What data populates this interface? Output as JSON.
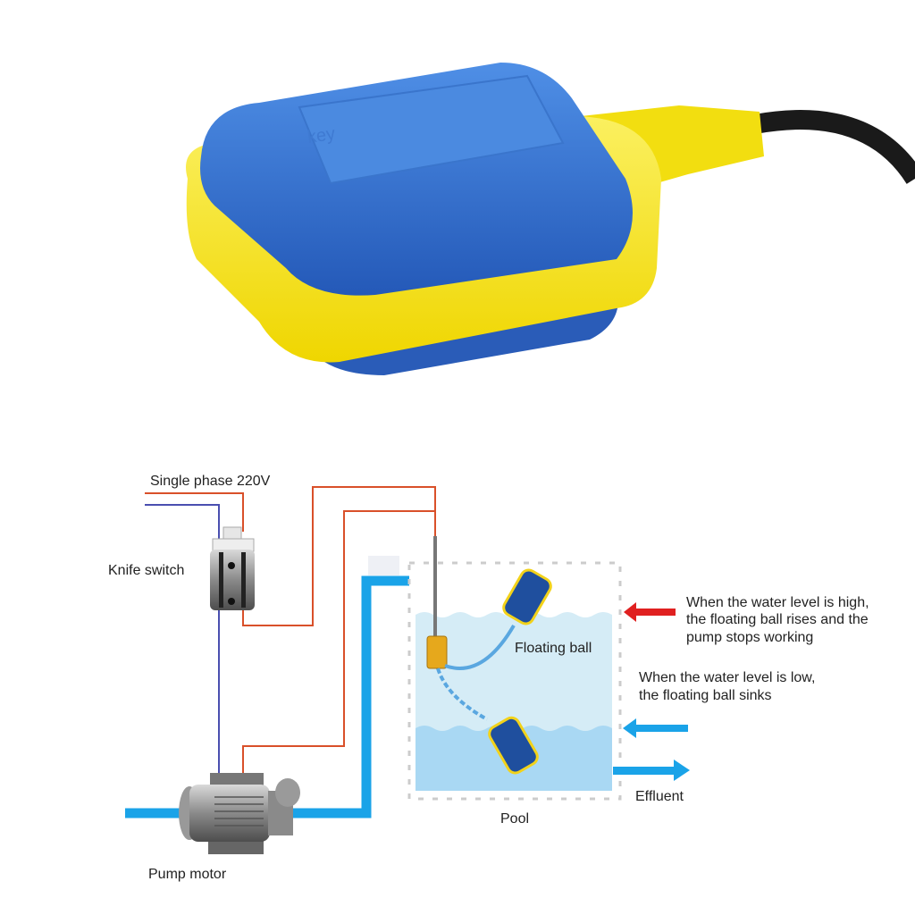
{
  "product": {
    "logo_text": "key",
    "colors": {
      "body": "#2f6fcf",
      "rim": "#f7e51c",
      "cable": "#1a1a1a"
    }
  },
  "diagram": {
    "power_label": "Single phase 220V",
    "switch_label": "Knife switch",
    "float_label": "Floating ball",
    "high_level_text": [
      "When the water level is high,",
      "the floating ball rises and the",
      "pump stops working"
    ],
    "low_level_text": [
      "When the water level is low,",
      "the floating ball sinks"
    ],
    "effluent_label": "Effluent",
    "pool_label": "Pool",
    "pump_label": "Pump motor",
    "colors": {
      "live_wire": "#d9502a",
      "neutral_wire": "#4a4fb0",
      "water_pipe": "#1aa3e8",
      "high_arrow": "#e02020"
    }
  }
}
